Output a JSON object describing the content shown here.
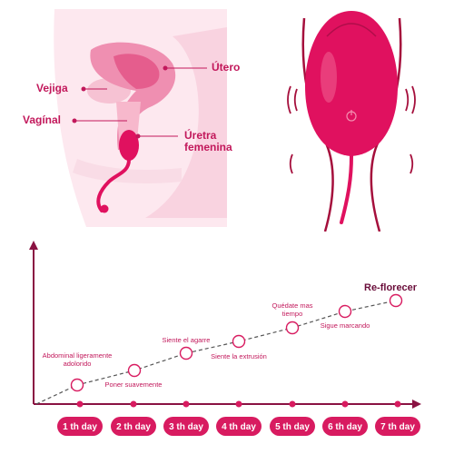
{
  "anatomy": {
    "labels": {
      "utero": "Útero",
      "vejiga": "Vejiga",
      "vaginal": "Vagínal",
      "uretra_line1": "Úretra",
      "uretra_line2": "femenina"
    }
  },
  "timeline": {
    "days": [
      "1 th day",
      "2 th day",
      "3 th day",
      "4 th day",
      "5 th day",
      "6 th day",
      "7 th day"
    ],
    "milestones": [
      {
        "lines": [
          "Abdominal ligeramente",
          "adolorido"
        ]
      },
      {
        "lines": [
          "Poner suavemente"
        ]
      },
      {
        "lines": [
          "Siente el agarre"
        ]
      },
      {
        "lines": [
          "Siente la extrusión"
        ]
      },
      {
        "lines": [
          "Quédate mas",
          "tiempo"
        ]
      },
      {
        "lines": [
          "Sigue marcando"
        ]
      }
    ],
    "final_label": "Re-florecer"
  },
  "colors": {
    "brand_pink": "#c2185b",
    "device_magenta": "#e0115f",
    "axis": "#8a1242",
    "day_pill": "#d81b60",
    "anatomy_bg": "#fbe4ec",
    "anatomy_pink": "#f3a6c1"
  }
}
